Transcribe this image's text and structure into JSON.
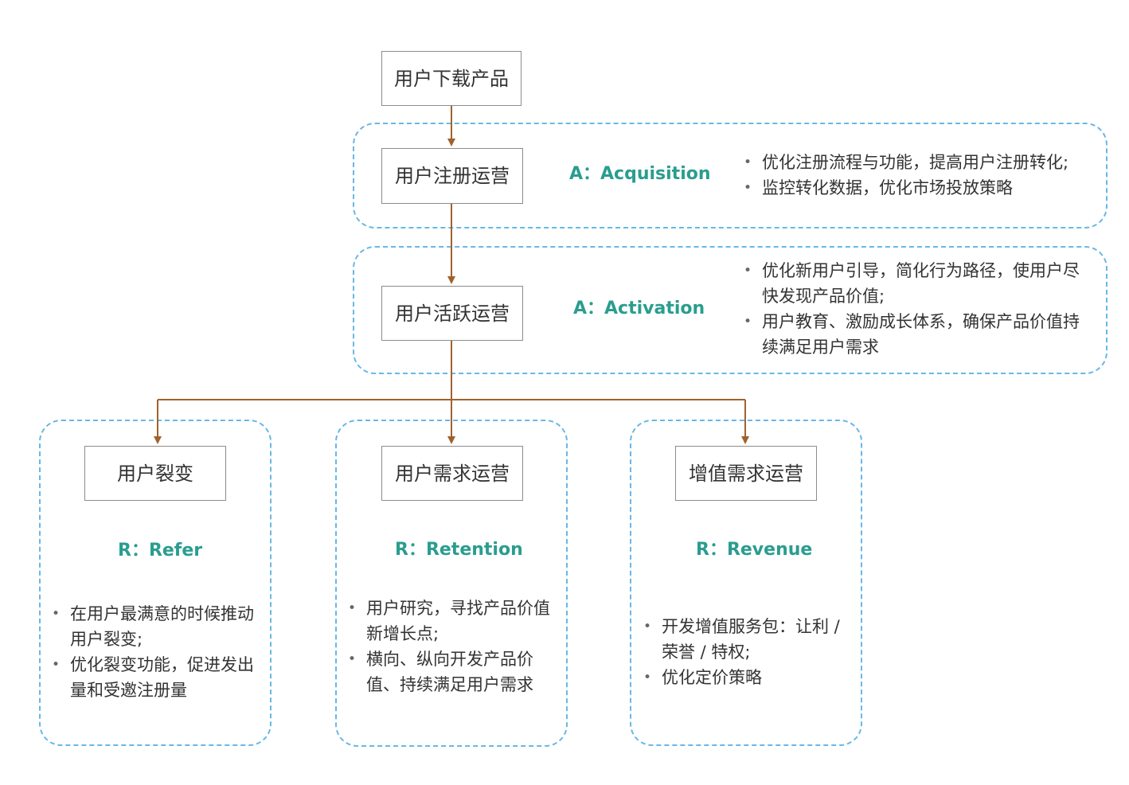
{
  "nodes": {
    "download": "用户下载产品",
    "register": "用户注册运营",
    "active": "用户活跃运营",
    "fission": "用户裂变",
    "demand": "用户需求运营",
    "value_added": "增值需求运营"
  },
  "sections": {
    "acquisition": {
      "label": "A：Acquisition",
      "bullets": [
        "优化注册流程与功能，提高用户注册转化;",
        "监控转化数据，优化市场投放策略"
      ]
    },
    "activation": {
      "label": "A：Activation",
      "bullets": [
        "优化新用户引导，简化行为路径，使用户尽快发现产品价值;",
        "用户教育、激励成长体系，确保产品价值持续满足用户需求"
      ]
    },
    "refer": {
      "label": "R：Refer",
      "bullets": [
        "在用户最满意的时候推动用户裂变;",
        "优化裂变功能，促进发出量和受邀注册量"
      ]
    },
    "retention": {
      "label": "R：Retention",
      "bullets": [
        "用户研究，寻找产品价值新增长点;",
        "横向、纵向开发产品价值、持续满足用户需求"
      ]
    },
    "revenue": {
      "label": "R：Revenue",
      "bullets": [
        "开发增值服务包：让利 / 荣誉 / 特权;",
        "优化定价策略"
      ]
    }
  },
  "colors": {
    "connector": "#a0622d",
    "dashed_border": "#69b7e6",
    "stage_label": "#2a9d8f",
    "node_border": "#8c8c8c",
    "text": "#333333"
  }
}
